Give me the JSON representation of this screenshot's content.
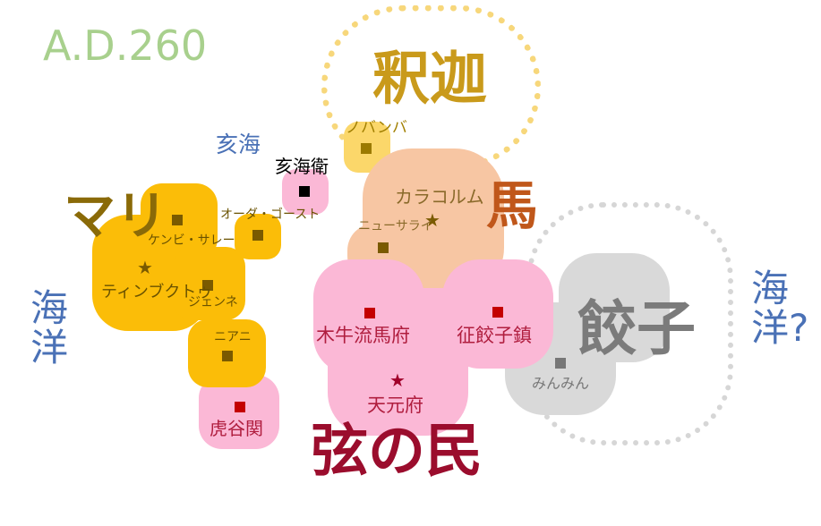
{
  "colors": {
    "background": "#ffffff",
    "yellow_region": "#fbbd08",
    "yellow_dark": "#8a6a08",
    "yellow_marker": "#7a5a00",
    "peach_region": "#f7c6a3",
    "peach_text": "#8a6a2a",
    "pink_region": "#fbb8d6",
    "pink_text": "#b01e3f",
    "red_marker": "#c40000",
    "gray_region": "#d9d9d9",
    "gray_text": "#777777",
    "gray_ring": "#d6d6d6",
    "gold_ring": "#f7d77b",
    "light_yellow": "#fbd76a",
    "blue_text": "#4a71b6",
    "green_text": "#a8d08d"
  },
  "map": {
    "year_label": "A.D.260",
    "water_labels": {
      "west_sea": "海洋",
      "east_sea": "海洋?",
      "north_strait": "亥海"
    },
    "regions": {
      "yellow": {
        "name": "マリ",
        "color": "#8a6a08"
      },
      "peach": {
        "name": "馬",
        "color": "#c0571a"
      },
      "pink": {
        "name": "弦の民",
        "color": "#9b0d2d"
      },
      "gray": {
        "name": "餃子",
        "color": "#7b7b7b"
      },
      "north": {
        "name": "釈迦",
        "color": "#c99a1b"
      }
    },
    "places": {
      "kaihai_guard": {
        "name": "亥海衛",
        "marker": "square"
      },
      "nobanba": {
        "name": "ノバンバ",
        "marker": "square"
      },
      "karakorum": {
        "name": "カラコルム",
        "marker": "star"
      },
      "new_sarai": {
        "name": "ニューサライ",
        "marker": "square"
      },
      "mari_north": {
        "name": "",
        "marker": "square"
      },
      "kanbi_sare": {
        "name": "ケンビ・サレー",
        "marker": "square"
      },
      "oda_ghost": {
        "name": "オーダ・ゴースト",
        "marker": "square"
      },
      "timbuktu": {
        "name": "ティンブクトゥ",
        "marker": "star"
      },
      "jenne": {
        "name": "ジェンネ",
        "marker": "square"
      },
      "niani": {
        "name": "ニアニ",
        "marker": "square"
      },
      "toraya_gate": {
        "name": "虎谷関",
        "marker": "square"
      },
      "mokugyu_ryubafu": {
        "name": "木牛流馬府",
        "marker": "square"
      },
      "seigyozachin": {
        "name": "征餃子鎮",
        "marker": "square"
      },
      "tengenfu": {
        "name": "天元府",
        "marker": "star"
      },
      "minmin": {
        "name": "みんみん",
        "marker": "square"
      }
    }
  }
}
